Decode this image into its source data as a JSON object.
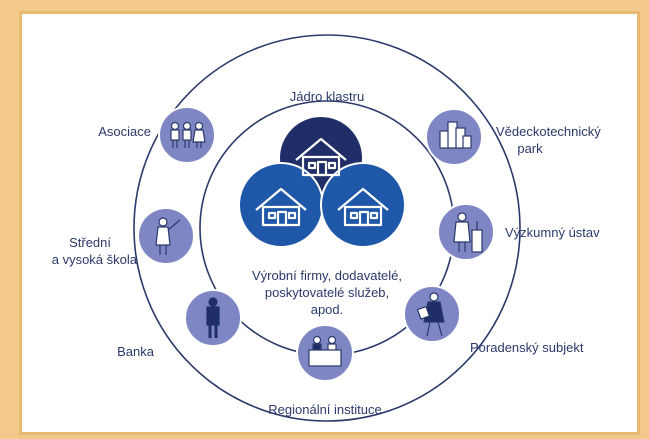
{
  "diagram": {
    "core_title": "Jádro klastru",
    "core_text": [
      "Výrobní firmy, dodavatelé,",
      "poskytovatelé služeb,",
      "apod."
    ],
    "nodes": {
      "asociace": "Asociace",
      "vedecko": [
        "Vědeckotechnický",
        "park"
      ],
      "stredni": [
        "Střední",
        "a vysoká škola"
      ],
      "vyzkum": "Výzkumný ústav",
      "banka": "Banka",
      "poradensky": "Poradenský subjekt",
      "regionalni": "Regionální instituce"
    },
    "colors": {
      "ring": "#2b3a6b",
      "node_fill": "#7e87c4",
      "core_dark": "#1f2e66",
      "core_blue": "#1f58a8",
      "background": "#f2c98a"
    }
  }
}
